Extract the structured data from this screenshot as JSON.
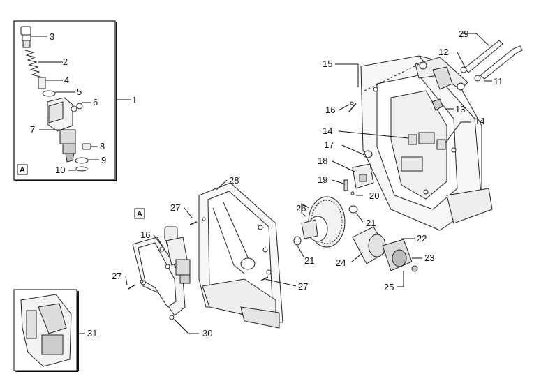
{
  "diagram": {
    "inset_marker": "A",
    "callouts": [
      {
        "id": "c1",
        "text": "1"
      },
      {
        "id": "c2",
        "text": "2"
      },
      {
        "id": "c3",
        "text": "3"
      },
      {
        "id": "c4",
        "text": "4"
      },
      {
        "id": "c5",
        "text": "5"
      },
      {
        "id": "c6",
        "text": "6"
      },
      {
        "id": "c7",
        "text": "7"
      },
      {
        "id": "c8",
        "text": "8"
      },
      {
        "id": "c9",
        "text": "9"
      },
      {
        "id": "c10",
        "text": "10"
      },
      {
        "id": "c11",
        "text": "11"
      },
      {
        "id": "c12",
        "text": "12"
      },
      {
        "id": "c13",
        "text": "13"
      },
      {
        "id": "c14a",
        "text": "14"
      },
      {
        "id": "c14b",
        "text": "14"
      },
      {
        "id": "c15",
        "text": "15"
      },
      {
        "id": "c16a",
        "text": "16"
      },
      {
        "id": "c16b",
        "text": "16"
      },
      {
        "id": "c17",
        "text": "17"
      },
      {
        "id": "c18",
        "text": "18"
      },
      {
        "id": "c19",
        "text": "19"
      },
      {
        "id": "c20",
        "text": "20"
      },
      {
        "id": "c21a",
        "text": "21"
      },
      {
        "id": "c21b",
        "text": "21"
      },
      {
        "id": "c22",
        "text": "22"
      },
      {
        "id": "c23",
        "text": "23"
      },
      {
        "id": "c24",
        "text": "24"
      },
      {
        "id": "c25",
        "text": "25"
      },
      {
        "id": "c26",
        "text": "26"
      },
      {
        "id": "c27a",
        "text": "27"
      },
      {
        "id": "c27b",
        "text": "27"
      },
      {
        "id": "c27c",
        "text": "27"
      },
      {
        "id": "c28",
        "text": "28"
      },
      {
        "id": "c29",
        "text": "29"
      },
      {
        "id": "c30",
        "text": "30"
      },
      {
        "id": "c31",
        "text": "31"
      }
    ]
  }
}
